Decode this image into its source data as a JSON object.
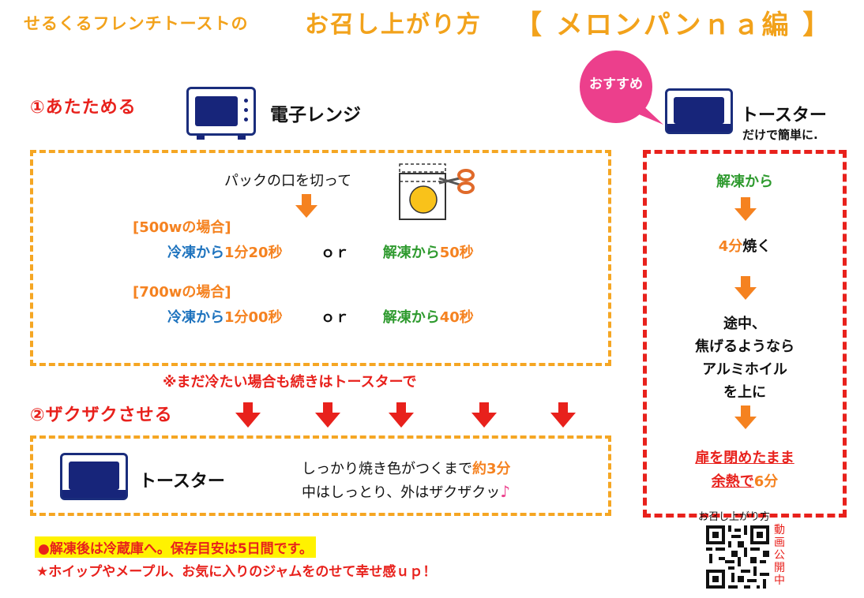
{
  "header": {
    "prefix": "せるくるフレンチトーストの",
    "main": "お召し上がり方",
    "edition": "【 メロンパンｎａ編 】"
  },
  "step1": {
    "label": "①あたためる",
    "device": "電子レンジ",
    "instruction": "パックの口を切って",
    "w500": {
      "heading": "[500wの場合]",
      "frozen": "冷凍から",
      "frozen_time": "1分20秒",
      "or": "ｏｒ",
      "thawed": "解凍から",
      "thawed_time": "50秒"
    },
    "w700": {
      "heading": "[700wの場合]",
      "frozen": "冷凍から",
      "frozen_time": "1分00秒",
      "or": "ｏｒ",
      "thawed": "解凍から",
      "thawed_time": "40秒"
    }
  },
  "note_cold": "※まだ冷たい場合も続きはトースターで",
  "step2": {
    "label": "②ザクザクさせる",
    "device": "トースター",
    "line1_a": "しっかり焼き色がつくまで",
    "line1_b": "約3分",
    "line2": "中はしっとり、外はザクザクッ",
    "note_icon": "music-note"
  },
  "recommend": {
    "badge": "おすすめ",
    "device": "トースター",
    "sub": "だけで簡単に.",
    "from": "解凍から",
    "time_num": "4分",
    "time_rest": "焼く",
    "mid": [
      "途中、",
      "焦げるようなら",
      "アルミホイル",
      "を上に"
    ],
    "close1": "扉を閉めたまま",
    "close2_a": "余熱で",
    "close2_b": "6分"
  },
  "footer": {
    "note1": "●解凍後は冷蔵庫へ。保存目安は5日間です。",
    "note2": "★ホイップやメープル、お気に入りのジャムをのせて幸せ感ｕｐ！"
  },
  "qr": {
    "caption": "お召し上がり方",
    "side": [
      "動",
      "画",
      "公",
      "開",
      "中"
    ]
  },
  "colors": {
    "orange": "#f5a623",
    "red": "#e8211c",
    "navy": "#17257a",
    "pink": "#ec3f8c",
    "highlight": "#fff200"
  }
}
